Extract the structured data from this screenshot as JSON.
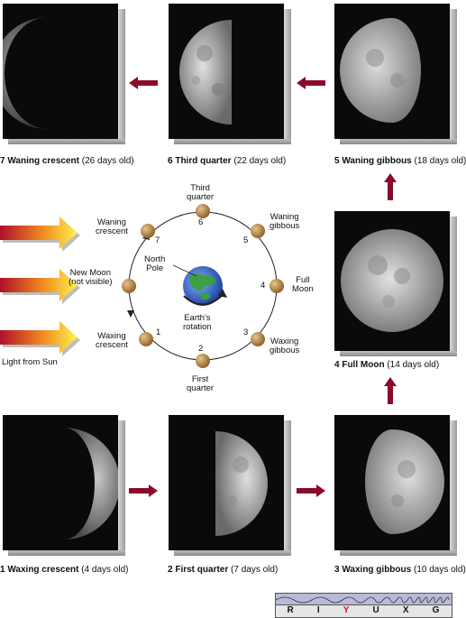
{
  "phases": [
    {
      "id": "7",
      "name": "Waning crescent",
      "age": "(26 days old)"
    },
    {
      "id": "6",
      "name": "Third quarter",
      "age": "(22 days old)"
    },
    {
      "id": "5",
      "name": "Waning gibbous",
      "age": "(18 days old)"
    },
    {
      "id": "4",
      "name": "Full Moon",
      "age": "(14 days old)"
    },
    {
      "id": "1",
      "name": "Waxing crescent",
      "age": "(4 days old)"
    },
    {
      "id": "2",
      "name": "First quarter",
      "age": "(7 days old)"
    },
    {
      "id": "3",
      "name": "Waxing gibbous",
      "age": "(10 days old)"
    }
  ],
  "orbit": {
    "third_quarter": "Third\nquarter",
    "waning_gibbous": "Waning\ngibbous",
    "full_moon": "Full\nMoon",
    "waxing_gibbous": "Waxing\ngibbous",
    "first_quarter": "First\nquarter",
    "waxing_crescent": "Waxing\ncrescent",
    "new_moon": "New Moon\n(not visible)",
    "waning_crescent": "Waning\ncrescent",
    "north_pole": "North\nPole",
    "earths_rotation": "Earth's\nrotation",
    "numbers": {
      "n1": "1",
      "n2": "2",
      "n3": "3",
      "n4": "4",
      "n5": "5",
      "n6": "6",
      "n7": "7"
    }
  },
  "sunlight_label": "Light from Sun",
  "spectrum": {
    "letters": [
      "R",
      "I",
      "Y",
      "U",
      "X",
      "G"
    ],
    "highlight_color": "#d01818"
  },
  "colors": {
    "arrow": "#8b0a2a",
    "moon": "#b98d54"
  }
}
